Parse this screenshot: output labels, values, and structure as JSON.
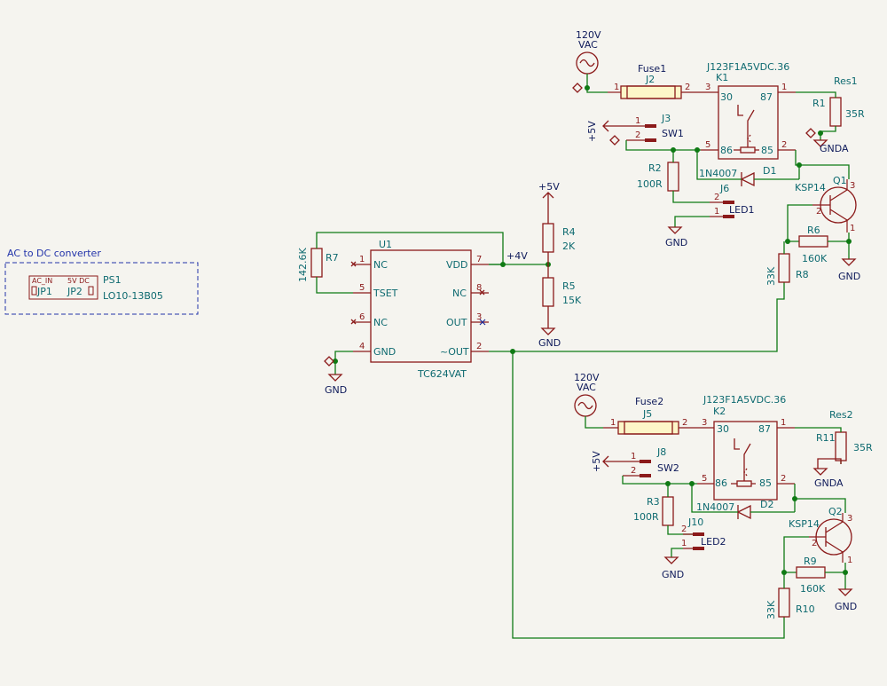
{
  "converter": {
    "title": "AC to DC converter",
    "in_label": "AC_IN",
    "out_label": "5V DC",
    "jp1": "JP1",
    "jp2": "JP2",
    "ref": "PS1",
    "value": "LO10-13B05"
  },
  "power": {
    "plus5v": "+5V",
    "gnd": "GND",
    "gnda": "GNDA"
  },
  "nets": {
    "plus4v": "+4V"
  },
  "u1": {
    "ref": "U1",
    "value": "TC624VAT",
    "pins": [
      {
        "num": "1",
        "name": "NC"
      },
      {
        "num": "5",
        "name": "TSET"
      },
      {
        "num": "6",
        "name": "NC"
      },
      {
        "num": "4",
        "name": "GND"
      },
      {
        "num": "7",
        "name": "VDD"
      },
      {
        "num": "8",
        "name": "NC"
      },
      {
        "num": "3",
        "name": "OUT"
      },
      {
        "num": "2",
        "name": "~OUT"
      }
    ]
  },
  "r7": {
    "ref": "R7",
    "value": "142.6K"
  },
  "r4": {
    "ref": "R4",
    "value": "2K"
  },
  "r5": {
    "ref": "R5",
    "value": "15K"
  },
  "ch1": {
    "ac_volts": "120V",
    "ac_type": "VAC",
    "fuse_label": "Fuse1",
    "fuse_ref": "J2",
    "fuse_pin1": "1",
    "fuse_pin2": "2",
    "relay_part": "J123F1A5VDC.36",
    "relay_ref": "K1",
    "relay_pins": [
      "3",
      "1",
      "5",
      "2"
    ],
    "relay_terms": [
      "30",
      "87",
      "86",
      "85"
    ],
    "res_ref": "R1",
    "res_label": "Res1",
    "res_value": "35R",
    "sw_ref": "J3",
    "sw_label": "SW1",
    "sw_pin1": "1",
    "sw_pin2": "2",
    "r_led_ref": "R2",
    "r_led_value": "100R",
    "led_ref": "J6",
    "led_label": "LED1",
    "led_pin1": "1",
    "led_pin2": "2",
    "diode_part": "1N4007",
    "diode_ref": "D1",
    "q_ref": "Q1",
    "q_part": "KSP14",
    "q_pins": [
      "2",
      "3",
      "1"
    ],
    "rb_ref": "R6",
    "rb_value": "160K",
    "rbase_ref": "R8",
    "rbase_value": "33K"
  },
  "ch2": {
    "ac_volts": "120V",
    "ac_type": "VAC",
    "fuse_label": "Fuse2",
    "fuse_ref": "J5",
    "fuse_pin1": "1",
    "fuse_pin2": "2",
    "relay_part": "J123F1A5VDC.36",
    "relay_ref": "K2",
    "relay_pins": [
      "3",
      "1",
      "5",
      "2"
    ],
    "relay_terms": [
      "30",
      "87",
      "86",
      "85"
    ],
    "res_ref": "R11",
    "res_label": "Res2",
    "res_value": "35R",
    "sw_ref": "J8",
    "sw_label": "SW2",
    "sw_pin1": "1",
    "sw_pin2": "2",
    "r_led_ref": "R3",
    "r_led_value": "100R",
    "led_ref": "J10",
    "led_label": "LED2",
    "led_pin1": "1",
    "led_pin2": "2",
    "diode_part": "1N4007",
    "diode_ref": "D2",
    "q_ref": "Q2",
    "q_part": "KSP14",
    "q_pins": [
      "2",
      "3",
      "1"
    ],
    "rb_ref": "R9",
    "rb_value": "160K",
    "rbase_ref": "R10",
    "rbase_value": "33K"
  }
}
